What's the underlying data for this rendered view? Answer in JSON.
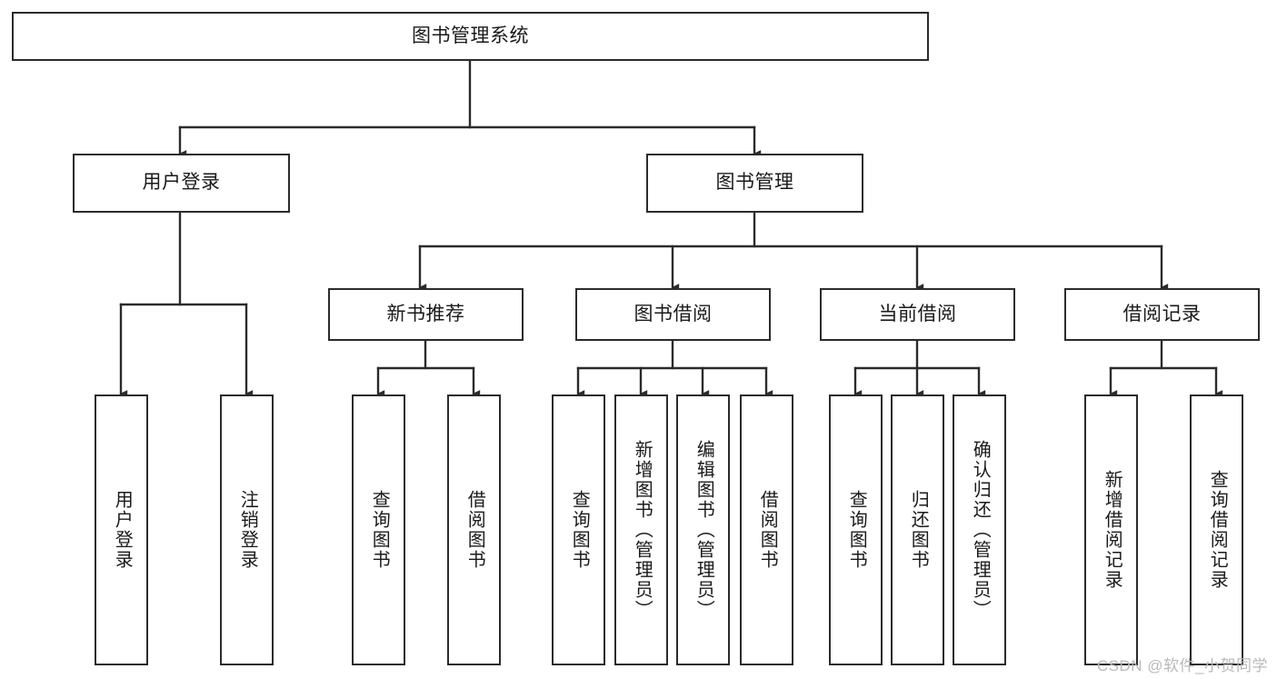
{
  "diagram": {
    "title": "图书管理系统",
    "watermark": "CSDN @软件_小贺同学",
    "colors": {
      "stroke": "#2b2b2b",
      "fill": "#ffffff",
      "text": "#1a1a1a",
      "watermark": "#b9b9b9"
    },
    "root": {
      "label": "图书管理系统"
    },
    "level1": [
      {
        "label": "用户登录"
      },
      {
        "label": "图书管理"
      }
    ],
    "level2": [
      {
        "label": "新书推荐"
      },
      {
        "label": "图书借阅"
      },
      {
        "label": "当前借阅"
      },
      {
        "label": "借阅记录"
      }
    ],
    "leaves": {
      "user_login": [
        {
          "label": "用户登录"
        },
        {
          "label": "注销登录"
        }
      ],
      "new_book_recommend": [
        {
          "label": "查询图书"
        },
        {
          "label": "借阅图书"
        }
      ],
      "book_borrow": [
        {
          "label": "查询图书"
        },
        {
          "label": "新增图书（管理员）"
        },
        {
          "label": "编辑图书（管理员）"
        },
        {
          "label": "借阅图书"
        }
      ],
      "current_borrow": [
        {
          "label": "查询图书"
        },
        {
          "label": "归还图书"
        },
        {
          "label": "确认归还（管理员）"
        }
      ],
      "borrow_record": [
        {
          "label": "新增借阅记录"
        },
        {
          "label": "查询借阅记录"
        }
      ]
    }
  }
}
